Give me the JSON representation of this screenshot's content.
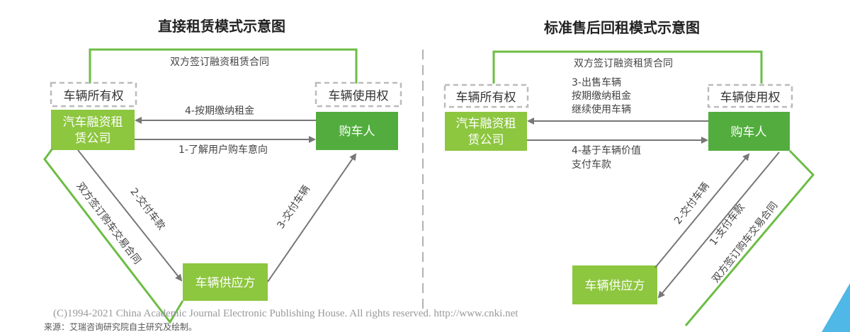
{
  "left": {
    "title": "直接租赁模式示意图",
    "contract_top": "双方签订融资租赁合同",
    "ownership": "车辆所有权",
    "usage": "车辆使用权",
    "lessor_line1": "汽车融资租",
    "lessor_line2": "赁公司",
    "buyer": "购车人",
    "supplier": "车辆供应方",
    "arrow_rent": "4-按期缴纳租金",
    "arrow_intent": "1-了解用户购车意向",
    "arrow_pay": "2-交付车款",
    "arrow_deliver": "3-交付车辆",
    "contract_side": "双方签订购车交易合同"
  },
  "right": {
    "title": "标准售后回租模式示意图",
    "contract_top": "双方签订融资租赁合同",
    "ownership": "车辆所有权",
    "usage": "车辆使用权",
    "lessor_line1": "汽车融资租",
    "lessor_line2": "赁公司",
    "buyer": "购车人",
    "supplier": "车辆供应方",
    "arrow_sell_1": "3-出售车辆",
    "arrow_sell_2": "按期缴纳租金",
    "arrow_sell_3": "继续使用车辆",
    "arrow_pay_1": "4-基于车辆价值",
    "arrow_pay_2": "支付车款",
    "arrow_deliver": "2-交付车辆",
    "arrow_buyer_pay": "1-支付车款",
    "contract_side": "双方签订购车交易合同"
  },
  "footer": {
    "copyright": "(C)1994-2021 China Academic Journal Electronic Publishing House. All rights reserved.    http://www.cnki.net",
    "source": "来源：艾瑞咨询研究院自主研究及绘制。"
  },
  "colors": {
    "light_green": "#8dc63f",
    "dark_green": "#52ad3e",
    "arrow": "#777777",
    "dash": "#bbbbbb"
  }
}
